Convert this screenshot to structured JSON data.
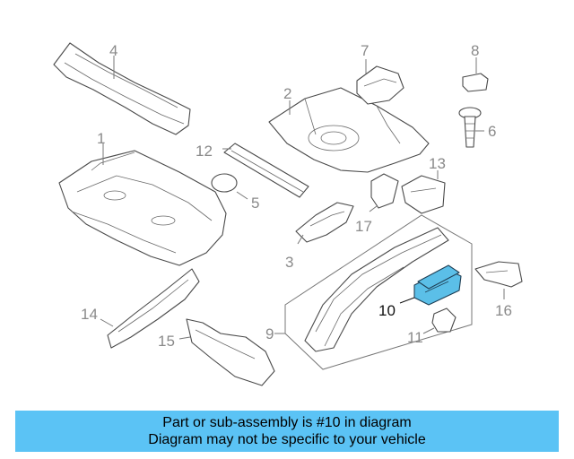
{
  "diagram": {
    "highlighted_part": "10",
    "callouts": [
      "1",
      "2",
      "3",
      "4",
      "5",
      "6",
      "7",
      "8",
      "9",
      "10",
      "11",
      "12",
      "13",
      "14",
      "15",
      "16"
    ]
  },
  "banner": {
    "line1": "Part or sub-assembly is #10 in diagram",
    "line2": "Diagram may not be specific to your vehicle",
    "background_color": "#5bc3f5"
  },
  "colors": {
    "highlight_fill": "#5bbfe8",
    "line_art": "#4a4a4a",
    "callout_text": "#8a8a8a"
  }
}
